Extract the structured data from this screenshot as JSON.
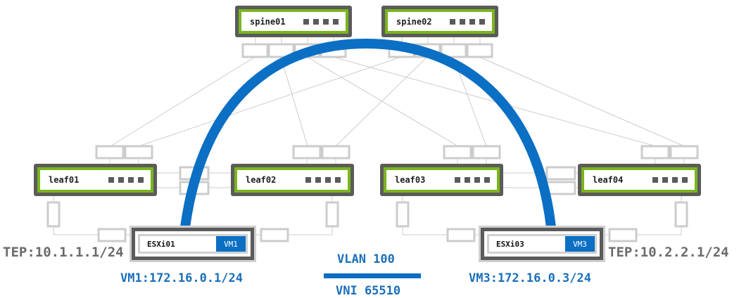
{
  "colors": {
    "switch_border": "#5a5b5a",
    "switch_accent": "#7ab51d",
    "vxlan_tunnel": "#0b6fc4",
    "link": "#cccccc",
    "tep_text": "#6b6b6b",
    "vm_text": "#1a6fba"
  },
  "spines": [
    {
      "name": "spine01",
      "port_count": 4
    },
    {
      "name": "spine02",
      "port_count": 4
    }
  ],
  "leaves": [
    {
      "name": "leaf01",
      "port_count": 4
    },
    {
      "name": "leaf02",
      "port_count": 4
    },
    {
      "name": "leaf03",
      "port_count": 4
    },
    {
      "name": "leaf04",
      "port_count": 4
    }
  ],
  "hosts": [
    {
      "name": "ESXi01",
      "vm": "VM1",
      "tep": "TEP:10.1.1.1/24",
      "vm_ip": "VM1:172.16.0.1/24"
    },
    {
      "name": "ESXi03",
      "vm": "VM3",
      "tep": "TEP:10.2.2.1/24",
      "vm_ip": "VM3:172.16.0.3/24"
    }
  ],
  "legend": {
    "top": "VLAN 100",
    "bottom": "VNI 65510"
  }
}
